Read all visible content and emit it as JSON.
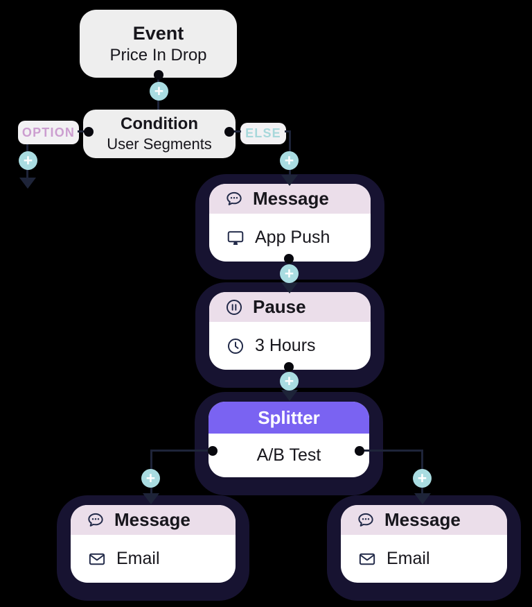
{
  "colors": {
    "shadow": "#171331",
    "header_pink": "#ebdeea",
    "header_purple": "#7a63f2",
    "plus_fill": "#a9dce1",
    "line": "#1e2439",
    "accent_option": "#cc9ed0",
    "accent_else": "#a7d8db"
  },
  "plus": "+",
  "icons": {
    "message": "chat-bubble-ellipsis",
    "app_push": "desktop-monitor",
    "pause": "pause-circle",
    "wait": "clock",
    "email": "envelope"
  },
  "nodes": {
    "event": {
      "title": "Event",
      "subtitle": "Price In Drop"
    },
    "condition": {
      "title": "Condition",
      "subtitle": "User Segments"
    },
    "option": {
      "label": "OPTION"
    },
    "else": {
      "label": "ELSE"
    },
    "message_push": {
      "title": "Message",
      "subtitle": "App Push"
    },
    "pause": {
      "title": "Pause",
      "subtitle": "3 Hours"
    },
    "splitter": {
      "title": "Splitter",
      "subtitle": "A/B Test"
    },
    "message_email_left": {
      "title": "Message",
      "subtitle": "Email"
    },
    "message_email_right": {
      "title": "Message",
      "subtitle": "Email"
    }
  }
}
